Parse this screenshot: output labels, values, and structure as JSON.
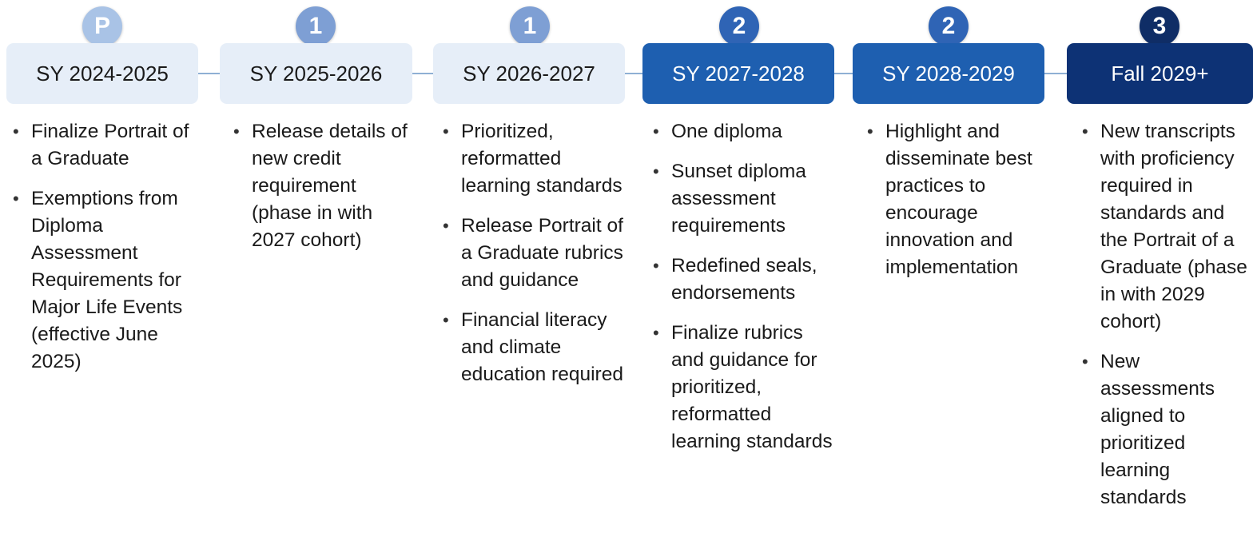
{
  "columns": [
    {
      "badge": "P",
      "badge_color": "#a9c3e6",
      "header": "SY 2024-2025",
      "header_bg": "#e6eef8",
      "header_fg": "#1a1a1a",
      "bullets": [
        "Finalize Portrait of a Graduate",
        "Exemptions from Diploma Assessment Requirements for Major Life Events (effective June 2025)"
      ]
    },
    {
      "badge": "1",
      "badge_color": "#7e9fd4",
      "header": "SY 2025-2026",
      "header_bg": "#e6eef8",
      "header_fg": "#1a1a1a",
      "bullets": [
        "Release details of new credit requirement (phase in with 2027 cohort)"
      ]
    },
    {
      "badge": "1",
      "badge_color": "#7e9fd4",
      "header": "SY 2026-2027",
      "header_bg": "#e6eef8",
      "header_fg": "#1a1a1a",
      "bullets": [
        "Prioritized, reformatted learning standards",
        "Release Portrait of a Graduate rubrics and guidance",
        "Financial literacy and climate education required"
      ]
    },
    {
      "badge": "2",
      "badge_color": "#2f64b5",
      "header": "SY 2027-2028",
      "header_bg": "#1e5fb0",
      "header_fg": "#ffffff",
      "bullets": [
        "One diploma",
        "Sunset diploma assessment requirements",
        "Redefined seals, endorsements",
        "Finalize rubrics and guidance for prioritized, reformatted learning standards"
      ]
    },
    {
      "badge": "2",
      "badge_color": "#2f64b5",
      "header": "SY 2028-2029",
      "header_bg": "#1e5fb0",
      "header_fg": "#ffffff",
      "bullets": [
        "Highlight and disseminate best practices to encourage innovation and implementation"
      ]
    },
    {
      "badge": "3",
      "badge_color": "#0f2d66",
      "header": "Fall 2029+",
      "header_bg": "#0d3275",
      "header_fg": "#ffffff",
      "bullets": [
        "New transcripts with proficiency required in standards and the Portrait of a Graduate (phase in with 2029 cohort)",
        "New assessments aligned to prioritized learning standards"
      ]
    }
  ]
}
